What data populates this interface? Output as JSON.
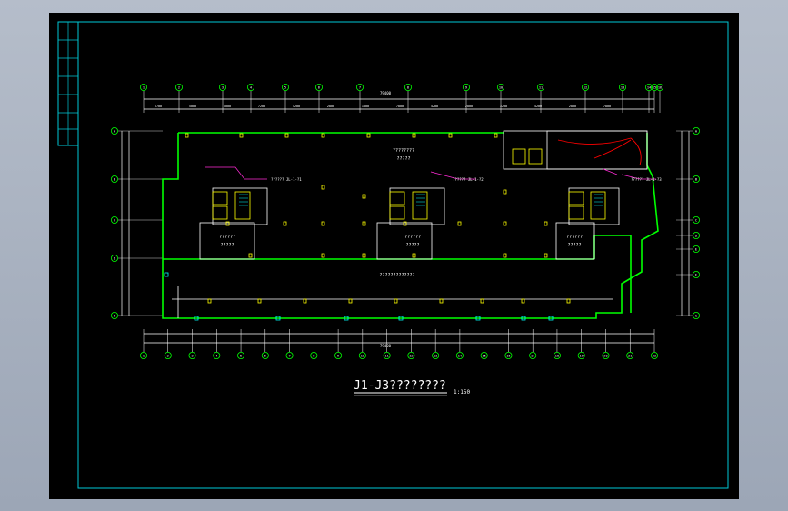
{
  "drawing": {
    "title": "J1-J3????????",
    "scale": "1:150",
    "room_labels": [
      {
        "id": "r1",
        "text": "????????"
      },
      {
        "id": "r2",
        "text": "?????"
      },
      {
        "id": "r3",
        "text": "?????????????"
      },
      {
        "id": "r4",
        "text": "??????"
      },
      {
        "id": "r5",
        "text": "?????"
      },
      {
        "id": "r6",
        "text": "??????"
      },
      {
        "id": "r7",
        "text": "?????"
      },
      {
        "id": "r8",
        "text": "??????"
      },
      {
        "id": "r9",
        "text": "?????"
      }
    ],
    "riser_labels": [
      "?????? JL-1-?1",
      "?????? JL-1-?2",
      "?????? JL-1-?3"
    ],
    "top_axes": [
      "1",
      "2",
      "3",
      "4",
      "5",
      "6",
      "7",
      "8",
      "9",
      "10",
      "11",
      "12",
      "13",
      "14",
      "15",
      "16"
    ],
    "bottom_axes": [
      "1",
      "2",
      "3",
      "4",
      "5",
      "6",
      "7",
      "8",
      "9",
      "10",
      "11",
      "12",
      "13",
      "14",
      "15",
      "16",
      "17",
      "18",
      "19",
      "20",
      "21",
      "22"
    ],
    "left_axes": [
      "A",
      "B",
      "C",
      "D",
      "E"
    ],
    "right_axes": [
      "A",
      "B",
      "C",
      "D",
      "E",
      "F",
      "G"
    ],
    "top_dims": [
      "5700",
      "5000",
      "5000",
      "7200",
      "4200",
      "2800",
      "1800",
      "7800",
      "4200",
      "2800",
      "3200",
      "4200",
      "2800",
      "7800"
    ],
    "overall_dim": "79400"
  },
  "colors": {
    "background": "#000000",
    "frame": "#00c8d6",
    "wall": "#00ff00",
    "annotation": "#ff2bd6",
    "equipment": "#ffff00",
    "text": "#ffffff",
    "pipe": "#00ffff",
    "fire": "#ff0000"
  }
}
